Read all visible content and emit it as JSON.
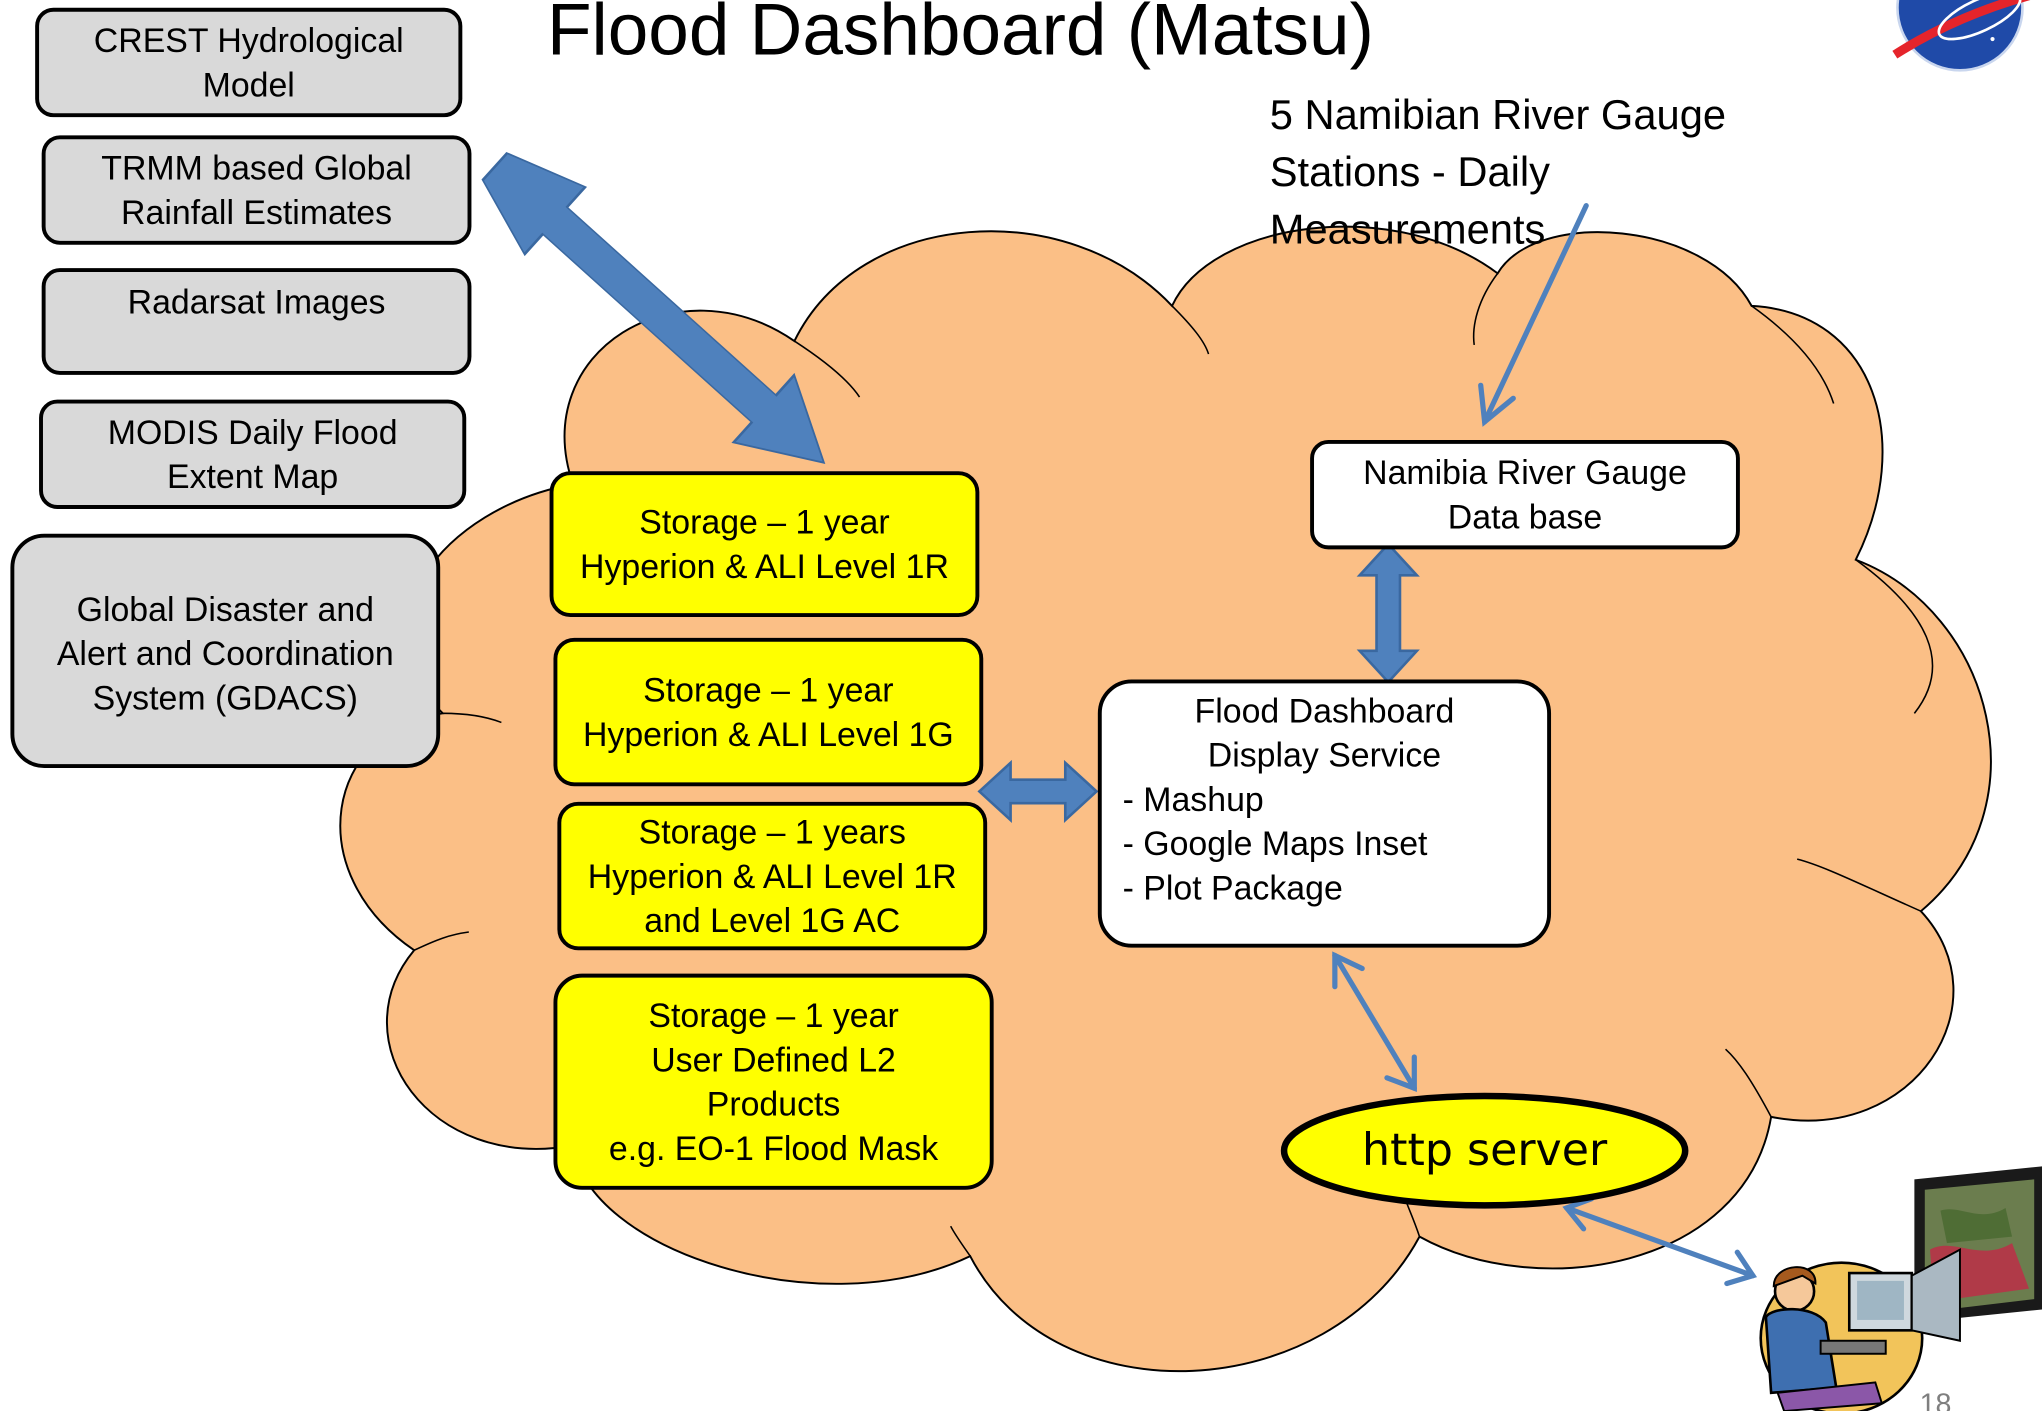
{
  "title": "Flood Dashboard (Matsu)",
  "gauge_note": "5 Namibian River Gauge\nStations - Daily\nMeasurements",
  "sources": [
    "CREST Hydrological\nModel",
    "TRMM  based Global\nRainfall Estimates",
    "Radarsat Images",
    "MODIS Daily Flood\nExtent Map",
    "Global Disaster and\nAlert and Coordination\nSystem (GDACS)"
  ],
  "storage": [
    "Storage – 1 year\nHyperion & ALI Level 1R",
    "Storage – 1 year\nHyperion & ALI Level 1G",
    "Storage – 1 years\nHyperion & ALI Level 1R\nand Level 1G AC",
    "Storage – 1 year\nUser Defined L2\nProducts\ne.g. EO-1 Flood Mask"
  ],
  "gauge_db": "Namibia River Gauge\nData base",
  "dashboard": {
    "title": "Flood Dashboard\nDisplay Service",
    "items": [
      "- Mashup",
      "- Google Maps Inset",
      "- Plot Package"
    ]
  },
  "http_server": "http server",
  "page_number": "18",
  "colors": {
    "cloud": "#fbbf86",
    "storage": "#ffff00",
    "source_box": "#d9d9d9",
    "arrow": "#4f81bd",
    "http_server": "#ffff00"
  },
  "icons": [
    "nasa-logo",
    "user-at-computer-illustration"
  ]
}
